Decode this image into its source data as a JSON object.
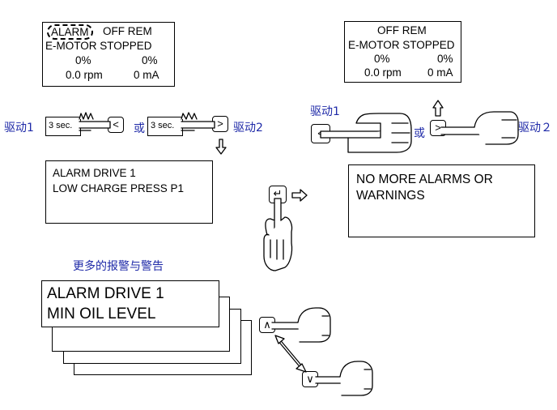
{
  "top_left_display": {
    "alarm_tag": "ALARM",
    "status": "OFF  REM",
    "line2": "E-MOTOR STOPPED",
    "pct_left": "0%",
    "pct_right": "0%",
    "rpm": "0.0 rpm",
    "ma": "0 mA"
  },
  "top_right_display": {
    "status": "OFF  REM",
    "line2": "E-MOTOR STOPPED",
    "pct_left": "0%",
    "pct_right": "0%",
    "rpm": "0.0 rpm",
    "ma": "0 mA"
  },
  "left_step": {
    "drive1_label": "驱动1",
    "hold_left": "3 sec.",
    "hold_right": "3 sec.",
    "or_label": "或",
    "drive2_label": "驱动2",
    "key_left_symbol": "<",
    "key_right_symbol": ">"
  },
  "right_step": {
    "drive1_label": "驱动1",
    "or_label": "或",
    "drive2_label": "驱动２",
    "key_left_symbol": "<",
    "key_right_symbol": ">"
  },
  "alarm_display": {
    "line1": "ALARM DRIVE 1",
    "line2": "LOW CHARGE PRESS P1"
  },
  "enter_key_symbol": "↵",
  "no_more_display": {
    "line1": "NO MORE ALARMS OR",
    "line2": "WARNINGS"
  },
  "more_alarms_label": "更多的报警与警告",
  "stack_display": {
    "line1": "ALARM DRIVE 1",
    "line2": "MIN OIL LEVEL"
  },
  "scroll_keys": {
    "up_symbol": "∧",
    "down_symbol": "∨"
  }
}
